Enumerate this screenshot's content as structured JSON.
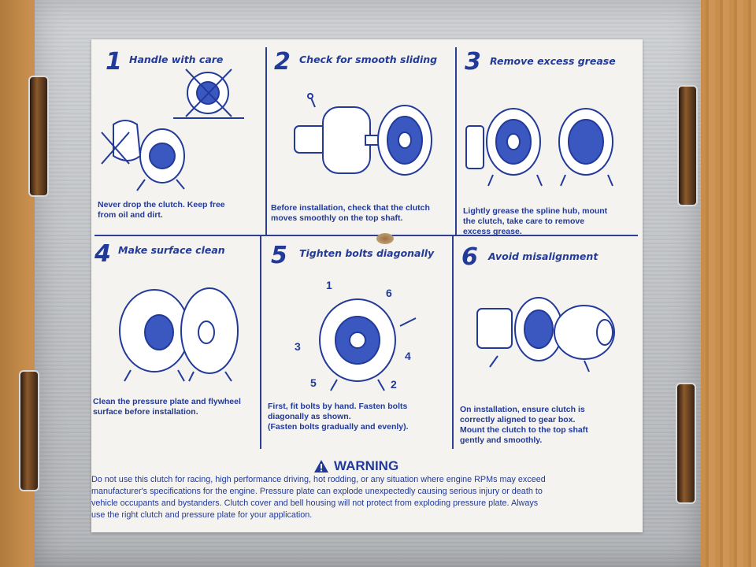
{
  "steps": [
    {
      "number": "1",
      "title": "Handle with care",
      "caption": [
        "Never drop the clutch. Keep free",
        "from oil and dirt."
      ]
    },
    {
      "number": "2",
      "title": "Check for smooth sliding",
      "caption": [
        "Before installation, check that the clutch",
        "moves smoothly on the top shaft."
      ]
    },
    {
      "number": "3",
      "title": "Remove excess grease",
      "caption": [
        "Lightly grease the spline hub, mount",
        "the clutch, take care to remove",
        "excess grease."
      ]
    },
    {
      "number": "4",
      "title": "Make surface clean",
      "caption": [
        "Clean the pressure plate and flywheel",
        "surface before installation."
      ]
    },
    {
      "number": "5",
      "title": "Tighten bolts diagonally",
      "caption": [
        "First, fit bolts by hand. Fasten bolts",
        "diagonally as shown.",
        "(Fasten bolts gradually and evenly)."
      ]
    },
    {
      "number": "6",
      "title": "Avoid misalignment",
      "caption": [
        "On installation, ensure clutch is",
        "correctly aligned to gear box.",
        "Mount the clutch to the top shaft",
        "gently and smoothly."
      ]
    }
  ],
  "bolt_labels": [
    "1",
    "6",
    "3",
    "4",
    "5",
    "2"
  ],
  "warning": {
    "title": "WARNING",
    "lines": [
      "Do not use this clutch for racing, high performance driving, hot rodding, or any situation where engine RPMs may exceed",
      "manufacturer's specifications for the engine.  Pressure plate can explode unexpectedly causing serious injury or death to",
      "vehicle occupants and bystanders.  Clutch cover and bell housing will not protect from exploding pressure plate. Always",
      "use the right clutch and pressure plate for your application."
    ]
  },
  "colors": {
    "ink": "#223a9a",
    "disc": "#2d4bb0",
    "paper": "#f4f3ef",
    "box": "#c6c9cd"
  },
  "icons": [
    "warning-triangle-icon",
    "clutch-disc-icon",
    "hand-icon",
    "spray-can-icon",
    "wrench-icon"
  ]
}
